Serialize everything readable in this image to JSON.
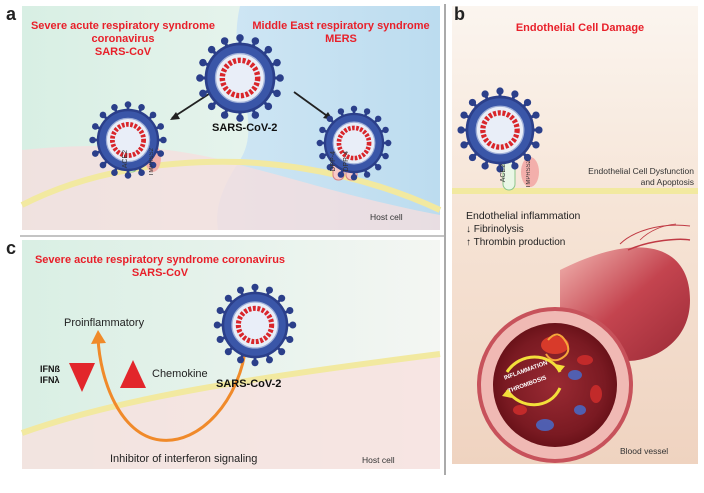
{
  "panel_a": {
    "letter": "a",
    "sars_title_1": "Severe acute respiratory syndrome",
    "sars_title_2": "coronavirus",
    "sars_title_3": "SARS-CoV",
    "mers_title_1": "Middle East respiratory syndrome",
    "mers_title_2": "MERS",
    "virus_label": "SARS-CoV-2",
    "ace2_label": "ACE2",
    "tmprss2_label": "TMPRSS2",
    "dpp4_label_1": "DPP-4",
    "dpp4_label_2": "DPP-4",
    "host_cell": "Host cell"
  },
  "panel_b": {
    "letter": "b",
    "title": "Endothelial Cell Damage",
    "ace2_label": "ACE2",
    "tmprss2_label": "TMPRSS2",
    "dysfunction_1": "Endothelial Cell Dysfunction",
    "dysfunction_2": "and Apoptosis",
    "inflammation": "Endothelial inflammation",
    "fibrinolysis": "Fibrinolysis",
    "thrombin": "Thrombin production",
    "arrow_down": "↓",
    "arrow_up": "↑",
    "cycle_1": "INFLAMMATION",
    "cycle_2": "THROMBOSIS",
    "blood_vessel": "Blood vessel"
  },
  "panel_c": {
    "letter": "c",
    "title_1": "Severe acute respiratory syndrome coronavirus",
    "title_2": "SARS-CoV",
    "proinflammatory": "Proinflammatory",
    "ifn_b": "IFNß",
    "ifn_l": "IFNλ",
    "chemokine": "Chemokine",
    "virus_label": "SARS-CoV-2",
    "inhibitor": "Inhibitor of interferon signaling",
    "host_cell": "Host cell"
  },
  "colors": {
    "title_red": "#e8202a",
    "virus_navy": "#2b3f8a",
    "virus_inner": "#3a56a8",
    "rna_red": "#d9262b",
    "membrane_yellow": "#f2e9a0",
    "arrow_orange": "#f08a2a"
  }
}
